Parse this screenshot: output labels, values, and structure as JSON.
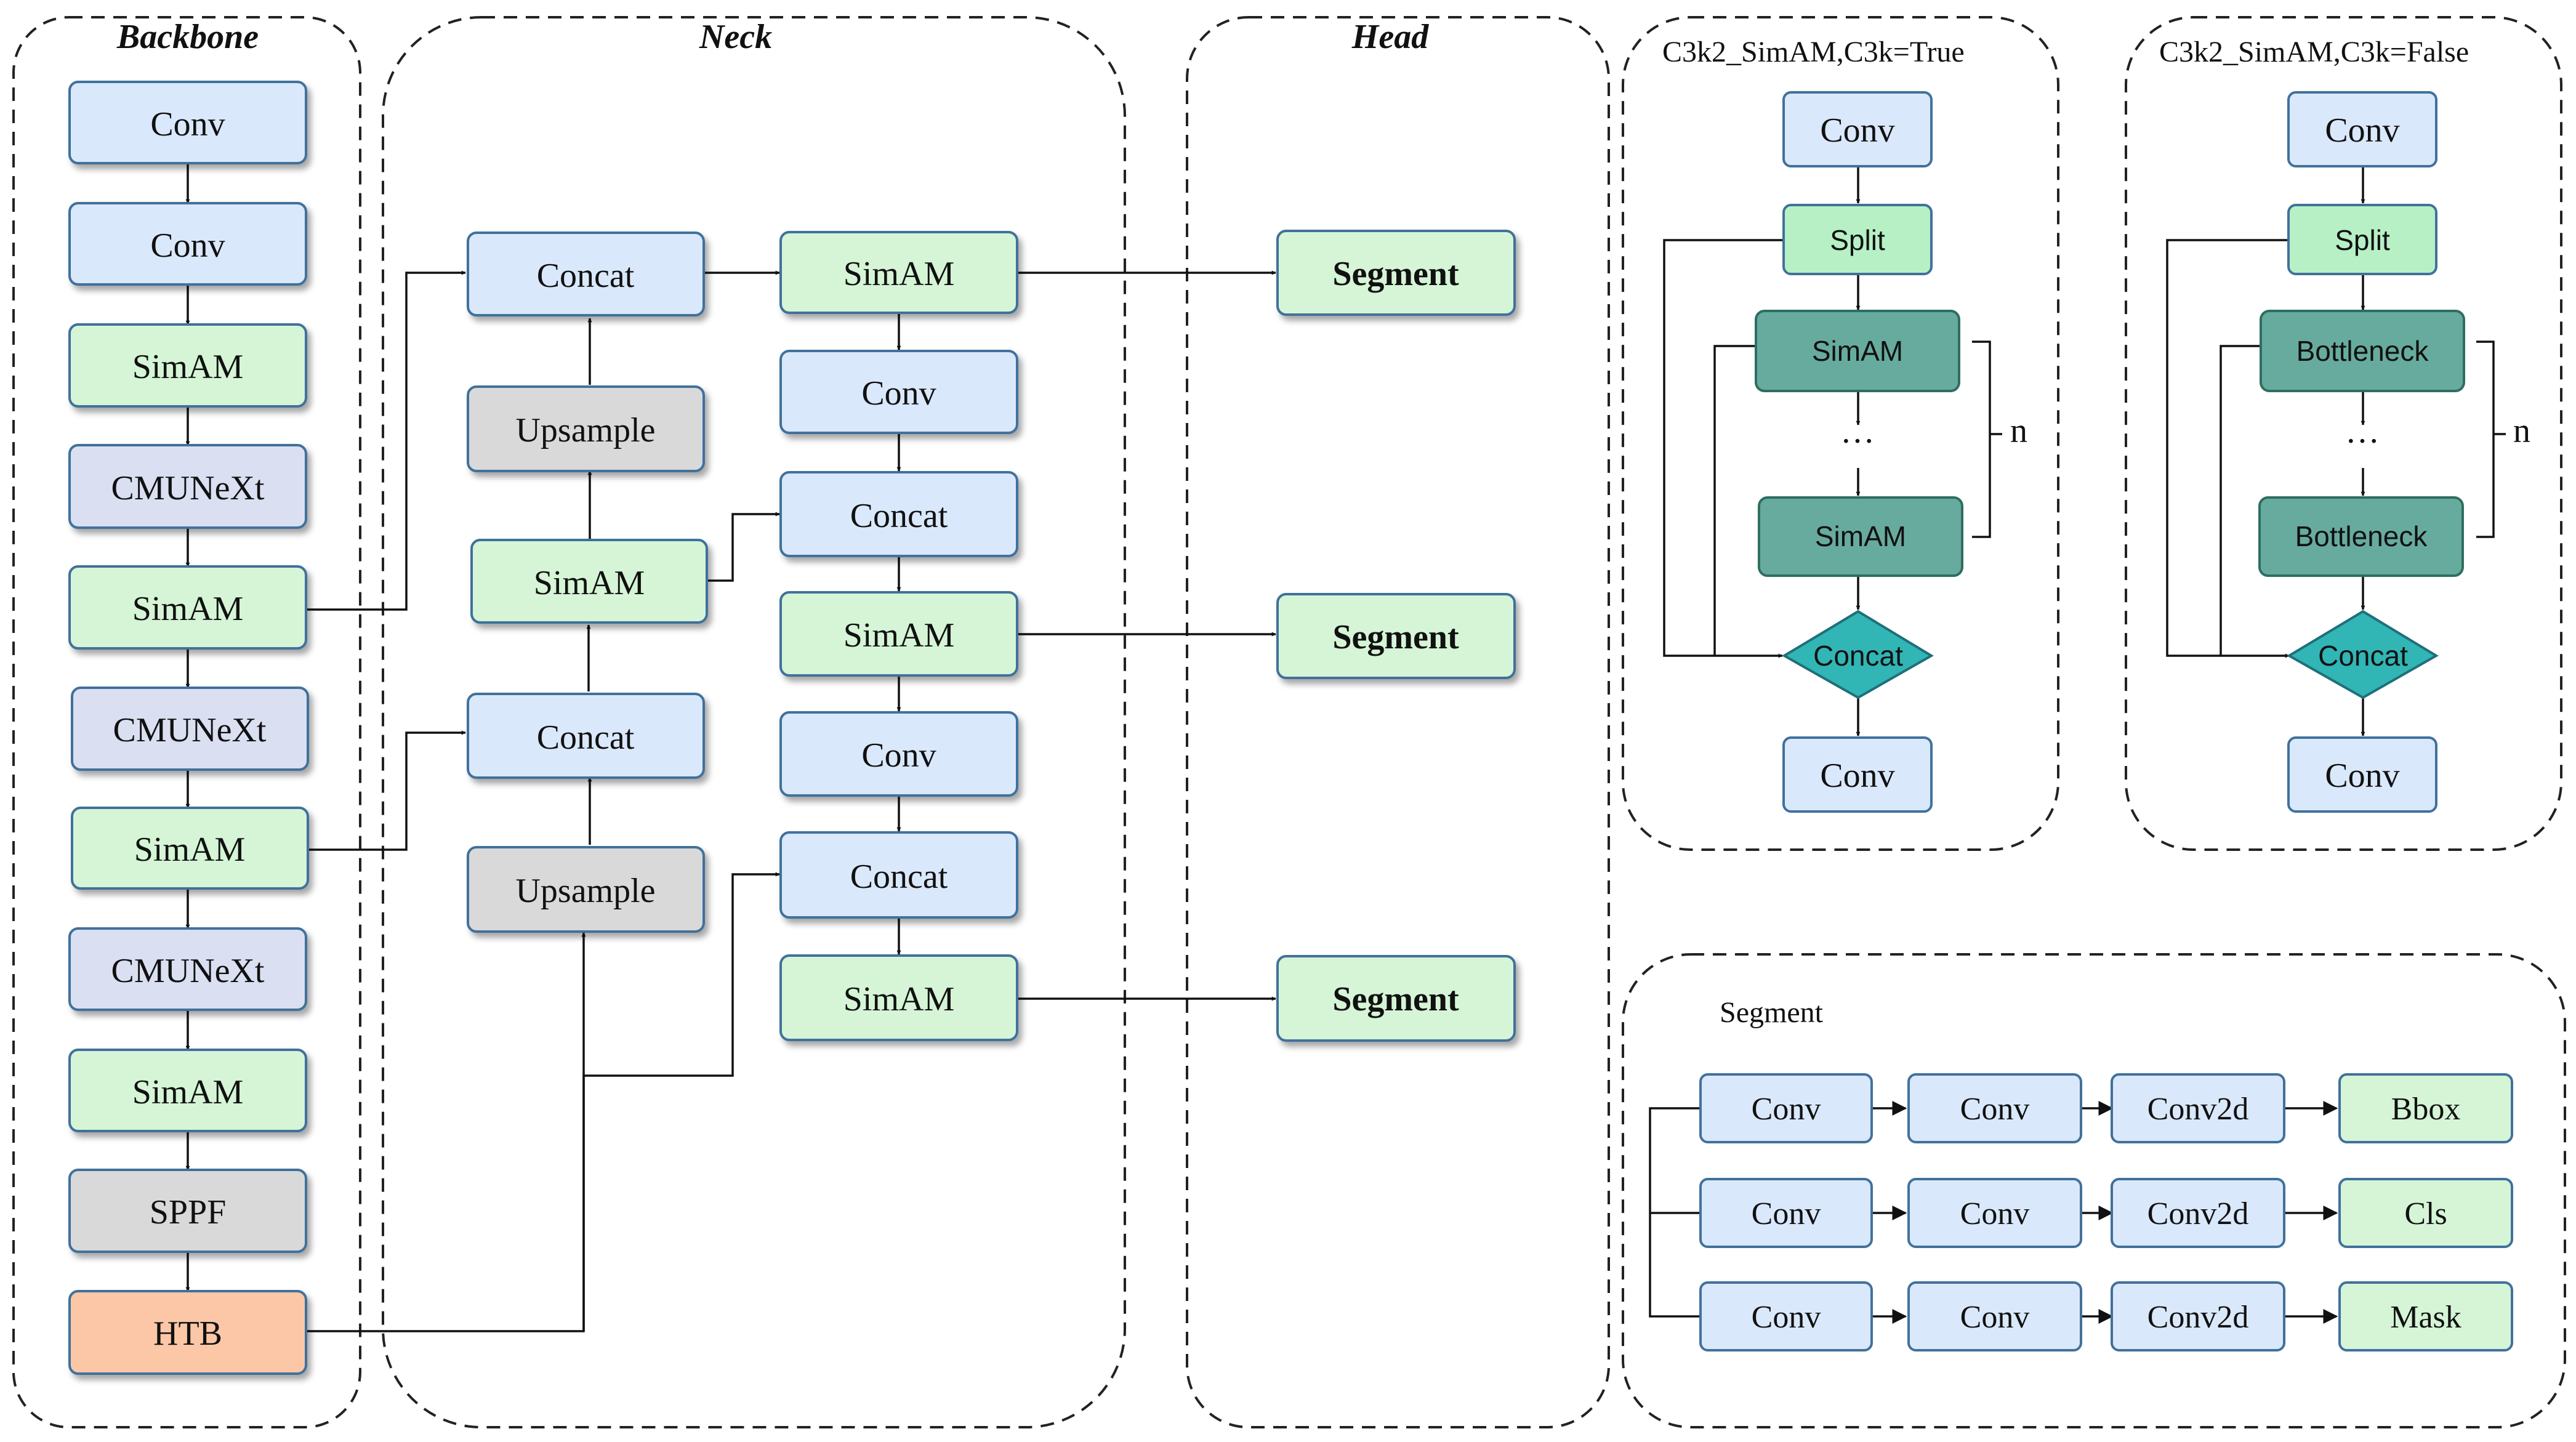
{
  "sections": {
    "backbone": "Backbone",
    "neck": "Neck",
    "head": "Head",
    "c3k_true": "C3k2_SimAM,C3k=True",
    "c3k_false": "C3k2_SimAM,C3k=False",
    "segment": "Segment"
  },
  "backbone": [
    "Conv",
    "Conv",
    "SimAM",
    "CMUNeXt",
    "SimAM",
    "CMUNeXt",
    "SimAM",
    "CMUNeXt",
    "SimAM",
    "SPPF",
    "HTB"
  ],
  "neck": {
    "concat_top": "Concat",
    "upsample_top": "Upsample",
    "simam_mid": "SimAM",
    "concat_mid": "Concat",
    "upsample_bottom": "Upsample",
    "col2": [
      "SimAM",
      "Conv",
      "Concat",
      "SimAM",
      "Conv",
      "Concat",
      "SimAM"
    ]
  },
  "head": [
    "Segment",
    "Segment",
    "Segment"
  ],
  "c3k_true": {
    "conv_top": "Conv",
    "split": "Split",
    "block_top": "SimAM",
    "dots": "···",
    "block_bottom": "SimAM",
    "n": "n",
    "concat": "Concat",
    "conv_bottom": "Conv"
  },
  "c3k_false": {
    "conv_top": "Conv",
    "split": "Split",
    "block_top": "Bottleneck",
    "dots": "···",
    "block_bottom": "Bottleneck",
    "n": "n",
    "concat": "Concat",
    "conv_bottom": "Conv"
  },
  "segment_detail": {
    "rows": [
      {
        "conv1": "Conv",
        "conv2": "Conv",
        "conv2d": "Conv2d",
        "out": "Bbox"
      },
      {
        "conv1": "Conv",
        "conv2": "Conv",
        "conv2d": "Conv2d",
        "out": "Cls"
      },
      {
        "conv1": "Conv",
        "conv2": "Conv",
        "conv2d": "Conv2d",
        "out": "Mask"
      }
    ]
  },
  "colors": {
    "conv": "#dae8fc",
    "simam": "#d5f5d6",
    "cmunext": "#dadff2",
    "gray": "#d9d9d9",
    "htb": "#fcc7a6",
    "dark_green": "#67ab9f",
    "teal": "#31b5b5"
  }
}
